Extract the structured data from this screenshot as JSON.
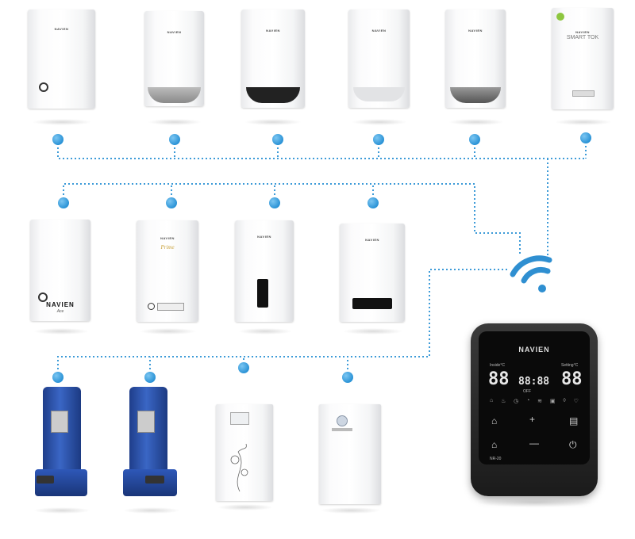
{
  "brand": {
    "name": "NAVIEN",
    "model_smart": "SMART TOK",
    "model_prime": "Prime",
    "model_ace": "Ace"
  },
  "thermostat": {
    "logo": "NAVIEN",
    "inside_label": "Inside°C",
    "setting_label": "Setting°C",
    "left_digits": "88",
    "center_digits": "88:88",
    "right_digits": "88",
    "status": "OFF",
    "model": "NR-20"
  },
  "colors": {
    "line": "#3d9bd8",
    "dot": "#2b93d6",
    "wifi": "#2f8fd1"
  }
}
